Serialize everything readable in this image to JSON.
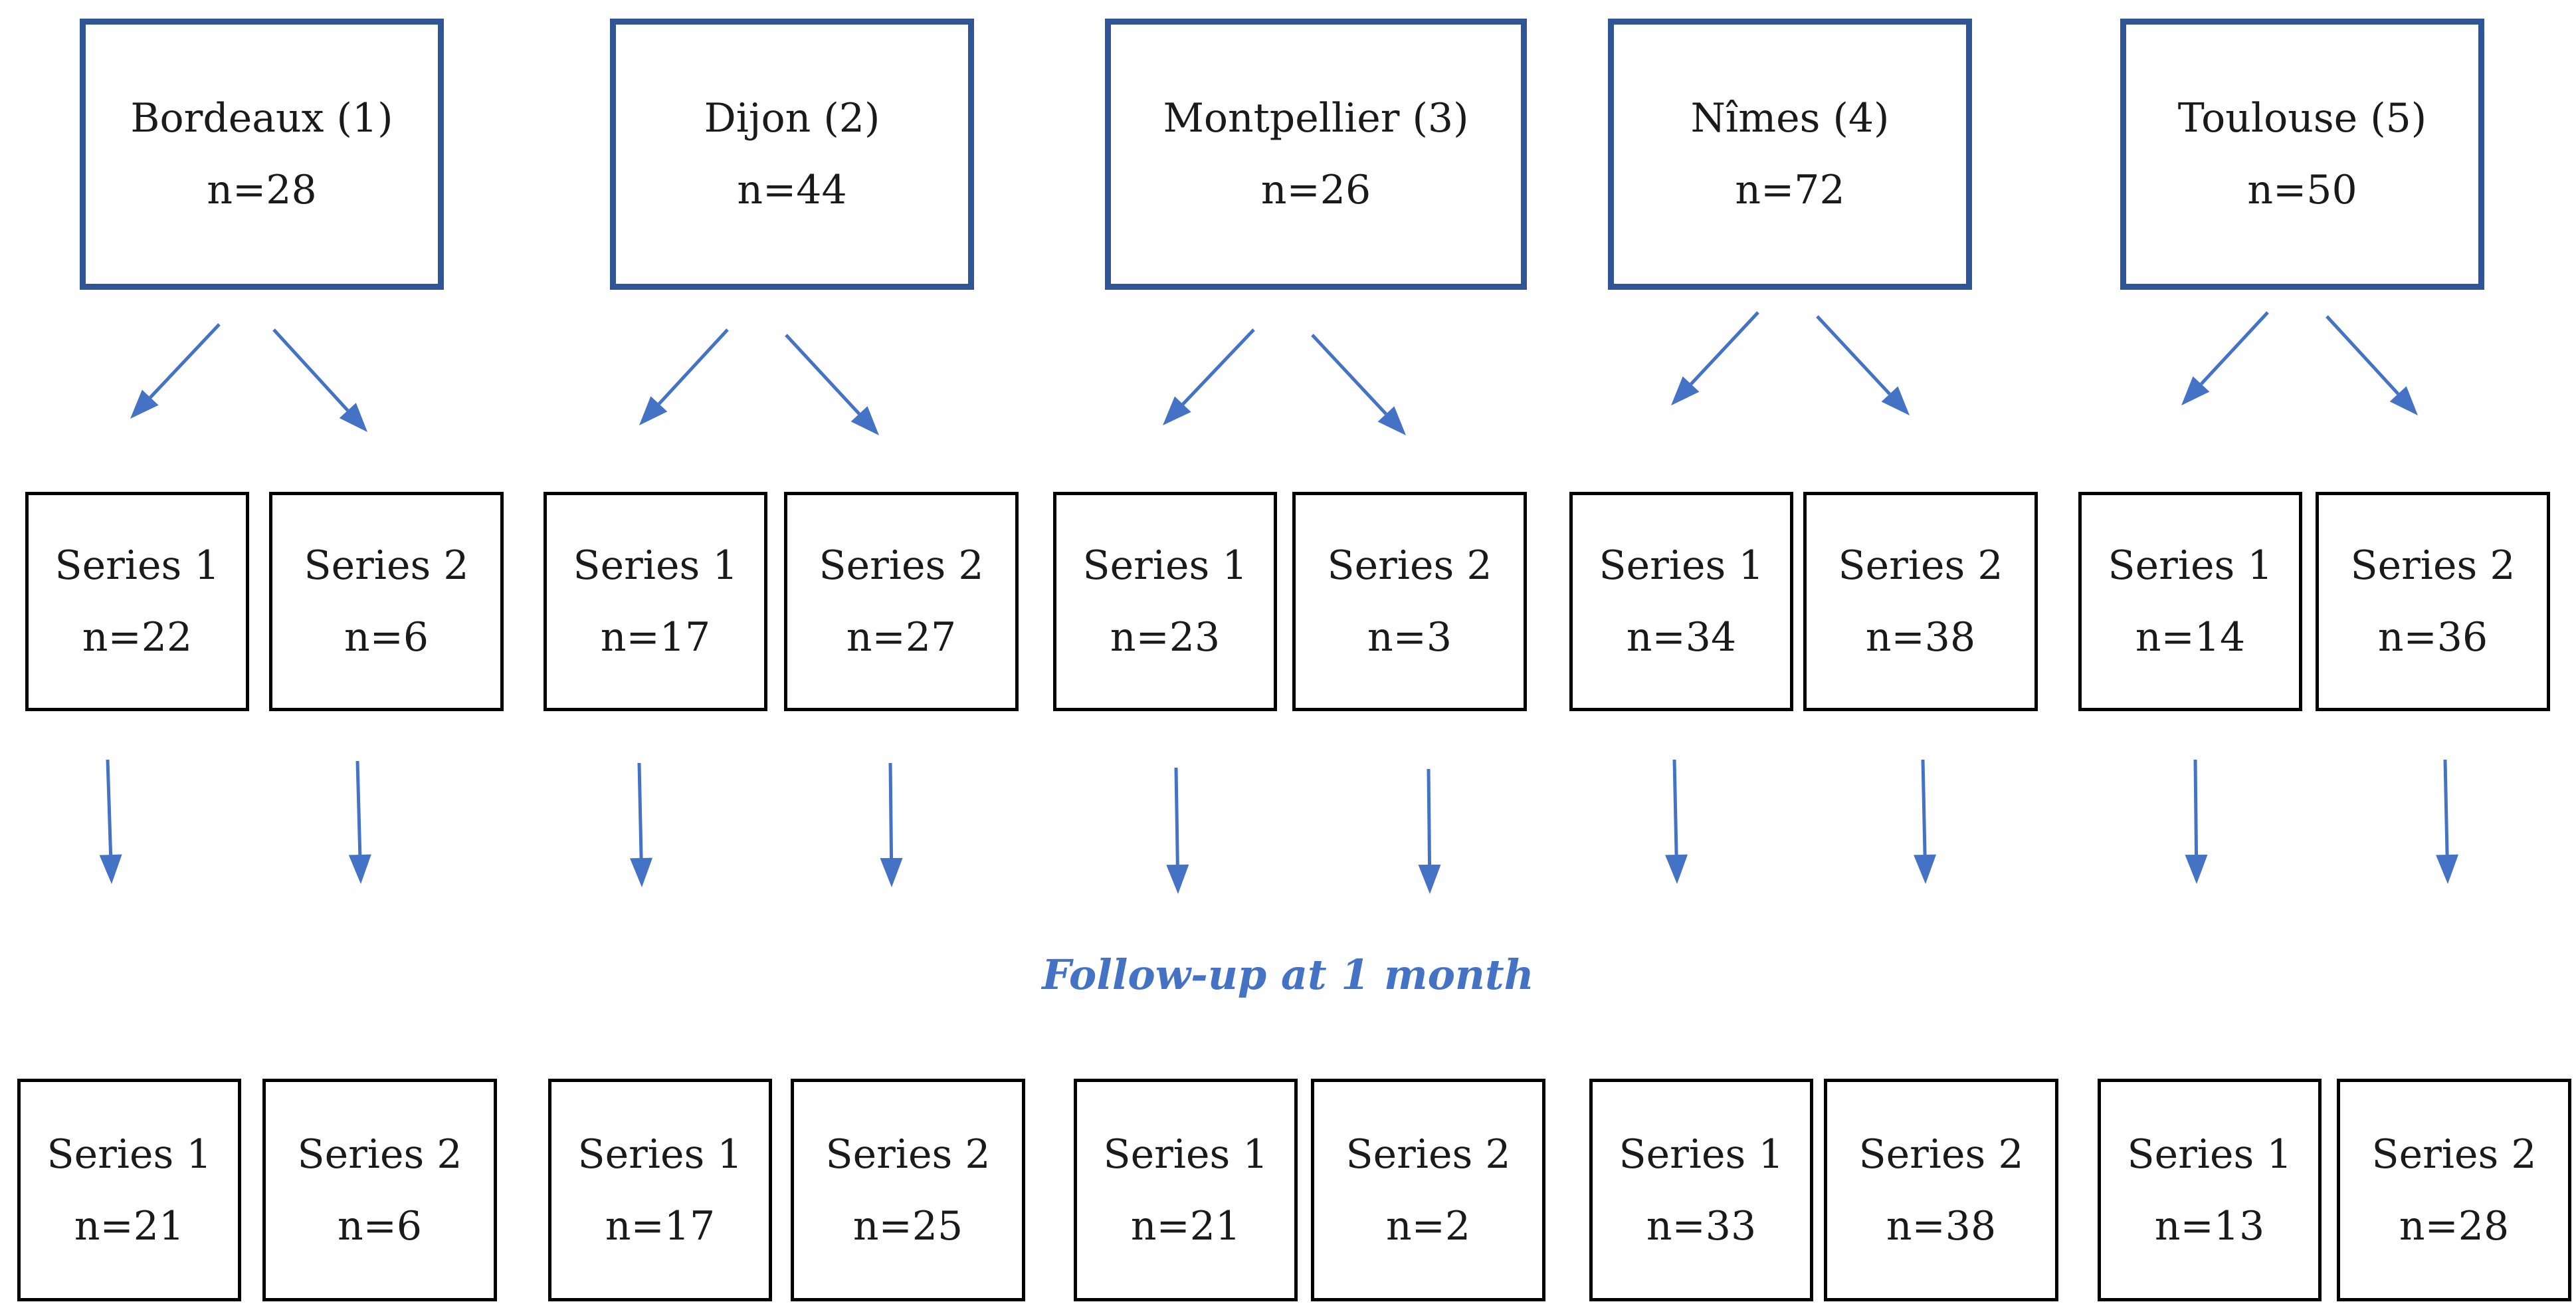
{
  "centers": [
    {
      "name": "Bordeaux (1)",
      "n": "n=28",
      "series": [
        {
          "label": "Series 1",
          "n": "n=22"
        },
        {
          "label": "Series 2",
          "n": "n=6"
        }
      ],
      "followup": [
        {
          "label": "Series 1",
          "n": "n=21"
        },
        {
          "label": "Series 2",
          "n": "n=6"
        }
      ]
    },
    {
      "name": "Dijon (2)",
      "n": "n=44",
      "series": [
        {
          "label": "Series 1",
          "n": "n=17"
        },
        {
          "label": "Series 2",
          "n": "n=27"
        }
      ],
      "followup": [
        {
          "label": "Series 1",
          "n": "n=17"
        },
        {
          "label": "Series 2",
          "n": "n=25"
        }
      ]
    },
    {
      "name": "Montpellier (3)",
      "n": "n=26",
      "series": [
        {
          "label": "Series 1",
          "n": "n=23"
        },
        {
          "label": "Series 2",
          "n": "n=3"
        }
      ],
      "followup": [
        {
          "label": "Series 1",
          "n": "n=21"
        },
        {
          "label": "Series 2",
          "n": "n=2"
        }
      ]
    },
    {
      "name": "Nîmes (4)",
      "n": "n=72",
      "series": [
        {
          "label": "Series 1",
          "n": "n=34"
        },
        {
          "label": "Series 2",
          "n": "n=38"
        }
      ],
      "followup": [
        {
          "label": "Series 1",
          "n": "n=33"
        },
        {
          "label": "Series 2",
          "n": "n=38"
        }
      ]
    },
    {
      "name": "Toulouse (5)",
      "n": "n=50",
      "series": [
        {
          "label": "Series 1",
          "n": "n=14"
        },
        {
          "label": "Series 2",
          "n": "n=36"
        }
      ],
      "followup": [
        {
          "label": "Series 1",
          "n": "n=13"
        },
        {
          "label": "Series 2",
          "n": "n=28"
        }
      ]
    }
  ],
  "followup_label": "Follow-up at 1 month",
  "colors": {
    "center_border": "#2f5597",
    "arrow": "#4472c4",
    "caption": "#4472c4",
    "series_border": "#000000"
  }
}
